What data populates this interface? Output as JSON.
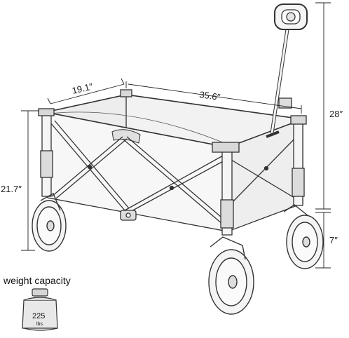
{
  "dimensions": {
    "width": "19.1″",
    "length": "35.6″",
    "handle_height": "28″",
    "body_height": "21.7″",
    "wheel_diameter": "7″"
  },
  "weight_badge": {
    "title": "weight capacity",
    "value": "225",
    "unit": "lbs"
  },
  "colors": {
    "line": "#333333",
    "fabric": "#ececec",
    "wheel": "#f4f4f4"
  }
}
